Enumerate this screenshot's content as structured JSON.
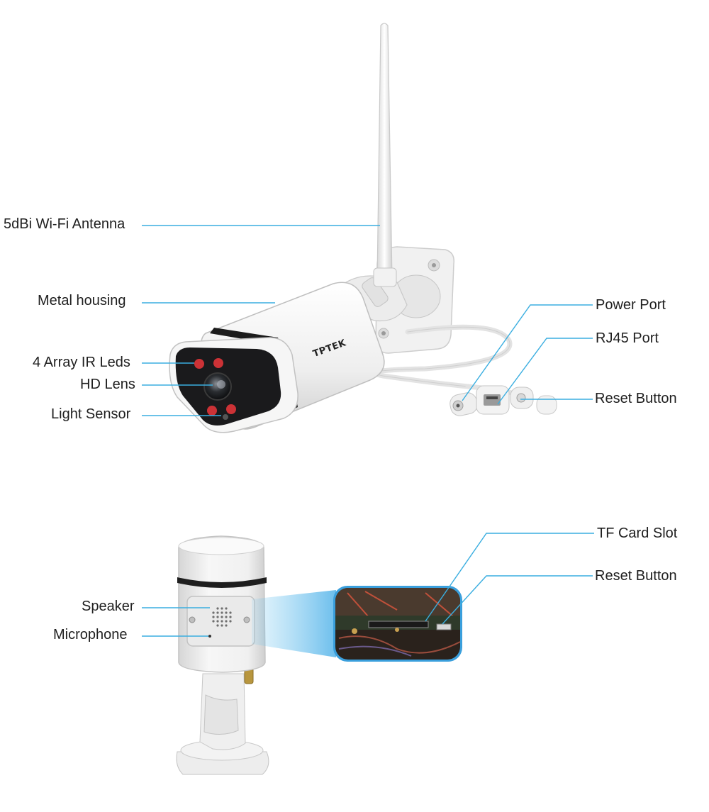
{
  "colors": {
    "leader_line": "#3aaee0",
    "ir_led": "#e0353a",
    "zoom_panel_border": "#3a9fdc",
    "camera_body": "#f3f3f3"
  },
  "top_figure": {
    "brand_logo": "TPTEK",
    "callouts": [
      {
        "id": "antenna",
        "text": "5dBi Wi-Fi Antenna"
      },
      {
        "id": "housing",
        "text": "Metal housing"
      },
      {
        "id": "ir-leds",
        "text": "4 Array IR Leds"
      },
      {
        "id": "lens",
        "text": "HD Lens"
      },
      {
        "id": "light-sensor",
        "text": "Light Sensor"
      },
      {
        "id": "power-port",
        "text": "Power Port"
      },
      {
        "id": "rj45-port",
        "text": "RJ45 Port"
      },
      {
        "id": "reset-button",
        "text": "Reset Button"
      }
    ]
  },
  "bottom_figure": {
    "callouts": [
      {
        "id": "speaker",
        "text": "Speaker"
      },
      {
        "id": "microphone",
        "text": "Microphone"
      },
      {
        "id": "tf-card-slot",
        "text": "TF Card Slot"
      },
      {
        "id": "reset-button-2",
        "text": "Reset Button"
      }
    ]
  }
}
